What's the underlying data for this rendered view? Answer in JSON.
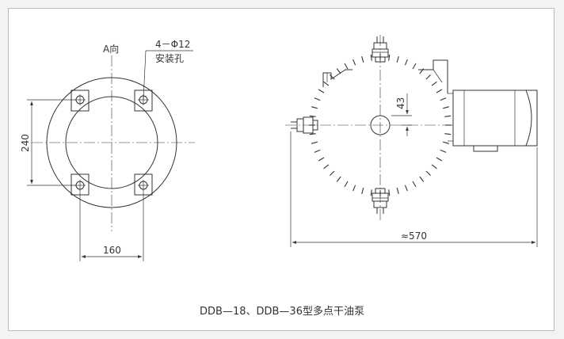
{
  "view_label": "A向",
  "hole_spec_line1": "4－Φ12",
  "hole_spec_line2": "安装孔",
  "dim_height": "240",
  "dim_width": "160",
  "dim_offset": "43",
  "dim_overall": "≈570",
  "caption": "DDB—18、DDB—36型多点干油泵"
}
